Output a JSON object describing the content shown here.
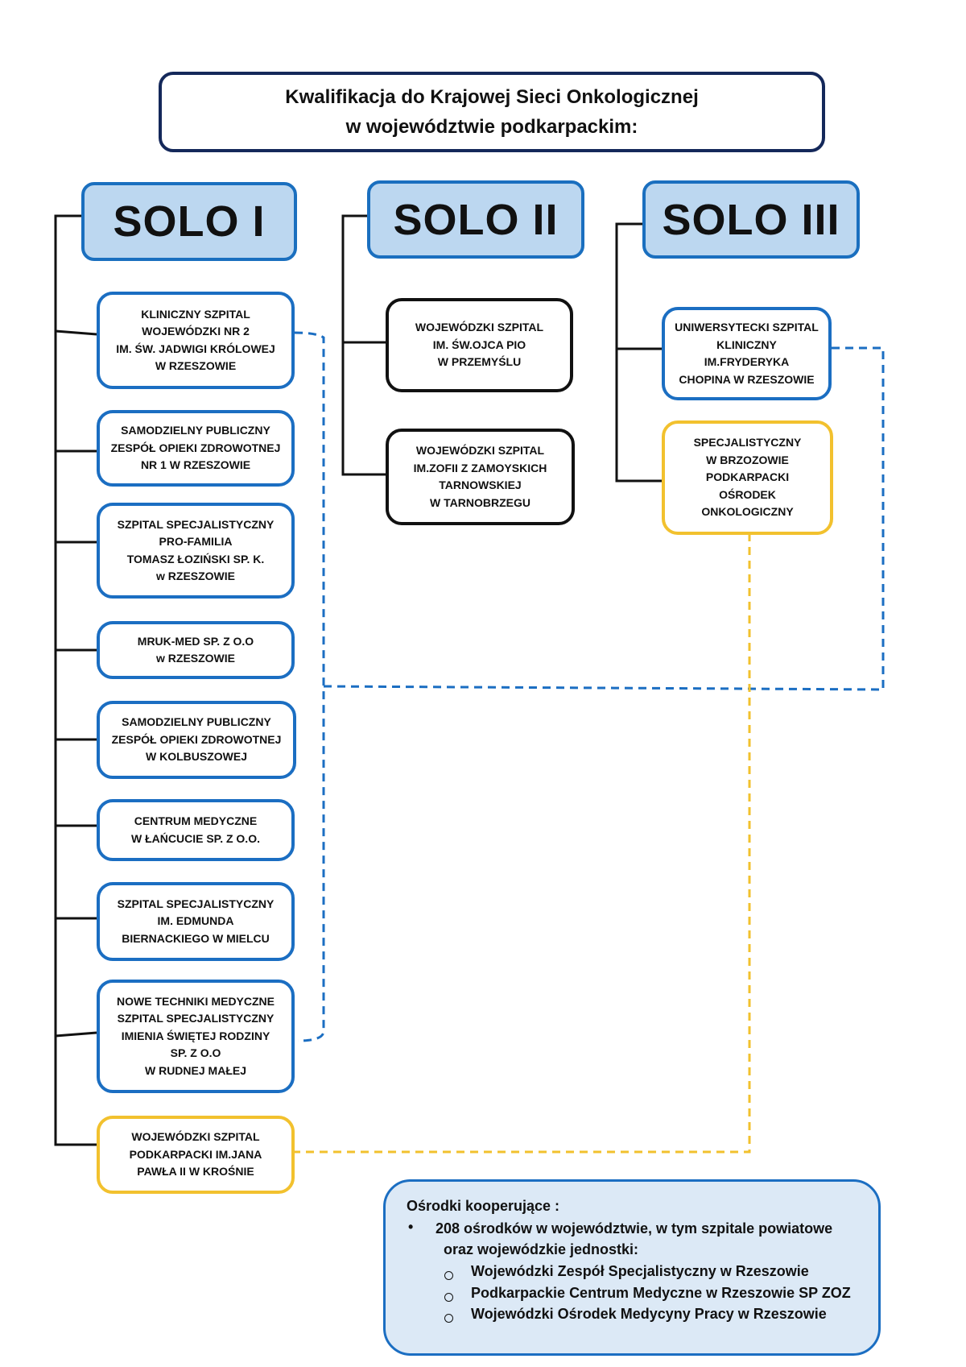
{
  "title": {
    "line1": "Kwalifikacja do Krajowej Sieci Onkologicznej",
    "line2": "w  województwie podkarpackim:"
  },
  "columns": [
    {
      "header": "SOLO I",
      "nodes": [
        {
          "lines": [
            "KLINICZNY SZPITAL",
            "WOJEWÓDZKI NR 2",
            "IM. ŚW. JADWIGI KRÓLOWEJ",
            "W RZESZOWIE"
          ],
          "color": "blue"
        },
        {
          "lines": [
            "SAMODZIELNY PUBLICZNY",
            "ZESPÓŁ OPIEKI ZDROWOTNEJ",
            "NR 1 W  RZESZOWIE"
          ],
          "color": "blue"
        },
        {
          "lines": [
            "SZPITAL SPECJALISTYCZNY",
            "PRO-FAMILIA",
            "TOMASZ ŁOZIŃSKI SP. K.",
            "w RZESZOWIE"
          ],
          "color": "blue"
        },
        {
          "lines": [
            "MRUK-MED SP. Z O.O",
            "w RZESZOWIE"
          ],
          "color": "blue"
        },
        {
          "lines": [
            "SAMODZIELNY PUBLICZNY",
            "ZESPÓŁ OPIEKI ZDROWOTNEJ",
            "W  KOLBUSZOWEJ"
          ],
          "color": "blue"
        },
        {
          "lines": [
            "CENTRUM MEDYCZNE",
            "W ŁAŃCUCIE SP. Z O.O."
          ],
          "color": "blue"
        },
        {
          "lines": [
            "SZPITAL SPECJALISTYCZNY",
            "IM. EDMUNDA",
            "BIERNACKIEGO W MIELCU"
          ],
          "color": "blue"
        },
        {
          "lines": [
            "NOWE TECHNIKI MEDYCZNE",
            "SZPITAL SPECJALISTYCZNY",
            "IMIENIA ŚWIĘTEJ RODZINY",
            "SP. Z O.O",
            "W RUDNEJ MAŁEJ"
          ],
          "color": "blue"
        },
        {
          "lines": [
            "WOJEWÓDZKI SZPITAL",
            "PODKARPACKI IM.JANA",
            "PAWŁA II W KROŚNIE"
          ],
          "color": "yellow"
        }
      ]
    },
    {
      "header": "SOLO II",
      "nodes": [
        {
          "lines": [
            "WOJEWÓDZKI SZPITAL",
            "IM.  ŚW.OJCA PIO",
            "W PRZEMYŚLU"
          ],
          "color": "black"
        },
        {
          "lines": [
            "WOJEWÓDZKI SZPITAL",
            "IM.ZOFII Z ZAMOYSKICH",
            "TARNOWSKIEJ",
            "W TARNOBRZEGU"
          ],
          "color": "black"
        }
      ]
    },
    {
      "header": "SOLO III",
      "nodes": [
        {
          "lines": [
            "UNIWERSYTECKI SZPITAL",
            "KLINICZNY",
            "IM.FRYDERYKA",
            "CHOPINA W RZESZOWIE"
          ],
          "color": "blue"
        },
        {
          "lines": [
            "SPECJALISTYCZNY",
            "W  BRZOZOWIE",
            "PODKARPACKI",
            "OŚRODEK",
            "ONKOLOGICZNY"
          ],
          "color": "yellow"
        }
      ]
    }
  ],
  "cooperating": {
    "title": "Ośrodki kooperujące :",
    "bullet": "•",
    "summary_line1": "208 ośrodków w województwie, w tym szpitale powiatowe",
    "summary_line2": "oraz wojewódzkie jednostki:",
    "units": [
      "Wojewódzki Zespół Specjalistyczny w Rzeszowie",
      "Podkarpackie Centrum Medyczne w Rzeszowie SP ZOZ",
      "Wojewódzki Ośrodek Medycyny Pracy w Rzeszowie"
    ]
  },
  "colors": {
    "title_border": "#14285a",
    "header_fill": "#bcd7f0",
    "blue_border": "#1b6ec2",
    "yellow_border": "#f2c12e",
    "black_border": "#111111",
    "info_fill": "#dce9f6"
  }
}
